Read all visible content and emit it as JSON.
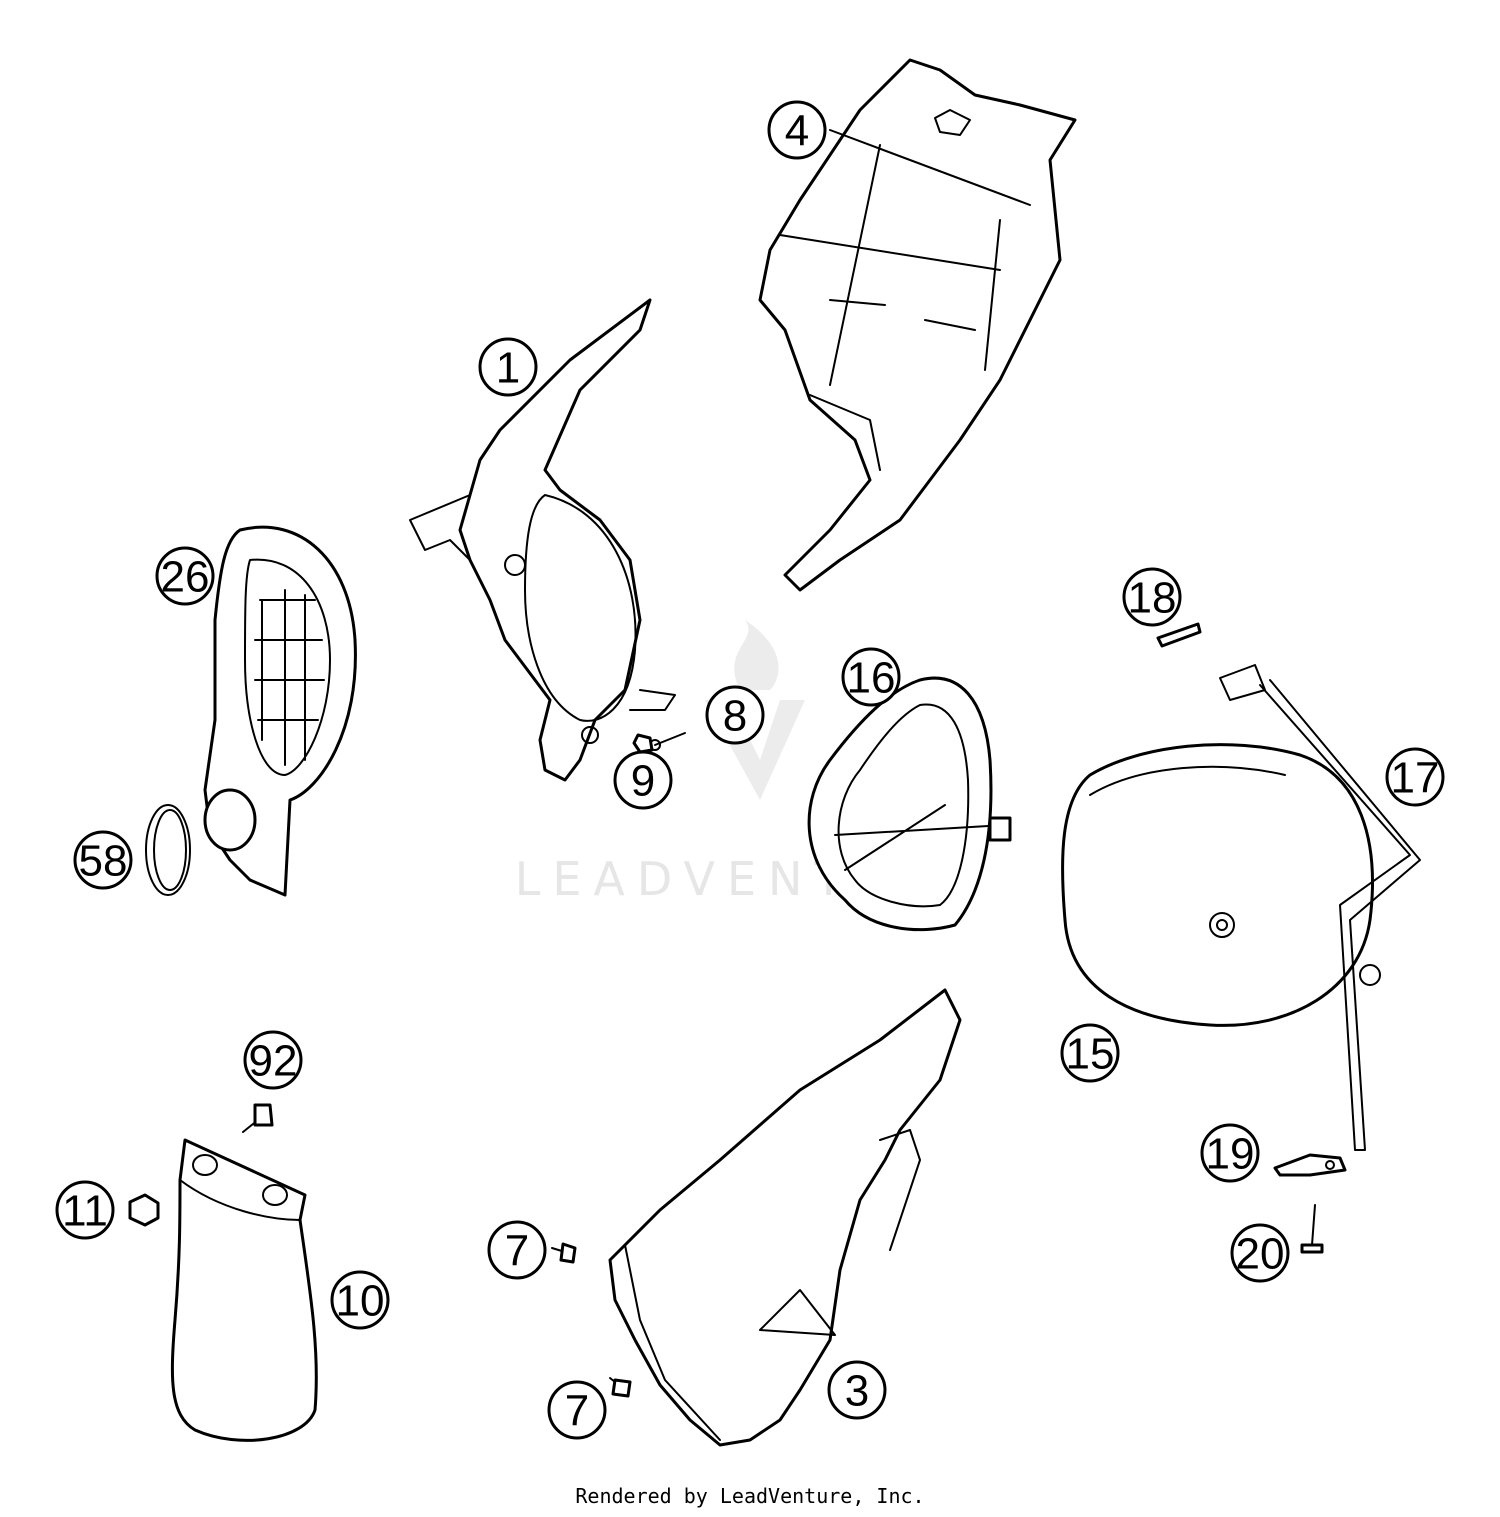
{
  "diagram": {
    "callouts": [
      "1",
      "4",
      "26",
      "58",
      "8",
      "9",
      "16",
      "18",
      "17",
      "15",
      "92",
      "11",
      "10",
      "7",
      "7",
      "3",
      "19",
      "20"
    ],
    "watermark": "LEADVENTURE",
    "footer": "Rendered by LeadVenture, Inc."
  },
  "colors": {
    "line": "#000000",
    "background": "#ffffff",
    "watermark": "#e6e6e6"
  }
}
